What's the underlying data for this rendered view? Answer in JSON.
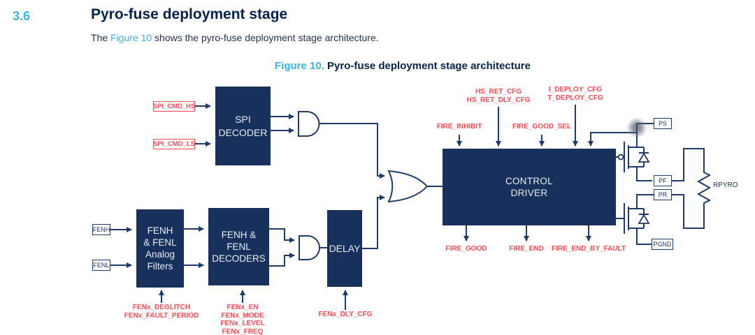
{
  "colors": {
    "navy": "#17315c",
    "line": "#1d3a69",
    "red": "#fa4b55",
    "light_blue": "#3cb4e6",
    "heading_navy": "#03234b",
    "body_text": "#22334c",
    "block_text": "#e9eef5"
  },
  "header": {
    "section_number": "3.6",
    "title": "Pyro-fuse deployment stage",
    "intro_prefix": "The ",
    "intro_link": "Figure 10",
    "intro_suffix": " shows the pyro-fuse deployment stage architecture."
  },
  "figure": {
    "caption_number": "Figure 10.",
    "caption_title": " Pyro-fuse deployment stage architecture"
  },
  "blocks": {
    "spi_decoder": "SPI\nDECODER",
    "analog_filters": "FENH\n& FENL\nAnalog\nFilters",
    "fen_decoders": "FENH &\nFENL\nDECODERS",
    "delay": "DELAY",
    "control_driver": "CONTROL\nDRIVER"
  },
  "ports": {
    "spi_cmd_hs": "SPI_CMD_HS",
    "spi_cmd_ls": "SPI_CMD_LS",
    "fenh": "FENH",
    "fenl": "FENL",
    "ps": "PS",
    "pf": "PF",
    "pr": "PR",
    "pgnd": "PGND",
    "rpyro": "RPYRO"
  },
  "signals": {
    "fire_inhibit": "FIRE_INHIBIT",
    "hs_ret": "HS_RET_CFG\nHS_RET_DLY_CFG",
    "fire_good_sel": "FIRE_GOOD_SEL",
    "deploy": "I_DEPLOY_CFG\nT_DEPLOY_CFG",
    "fire_good": "FIRE_GOOD",
    "fire_end": "FIRE_END",
    "fire_end_by_fault": "FIRE_END_BY_FAULT",
    "fen_deglitch": "FENx_DEGLITCH\nFENx_FAULT_PERIOD",
    "fen_cfg": "FENx_EN\nFENx_MODE\nFENx_LEVEL\nFENx_FREQ",
    "fen_dly_cfg": "FENx_DLY_CFG"
  }
}
